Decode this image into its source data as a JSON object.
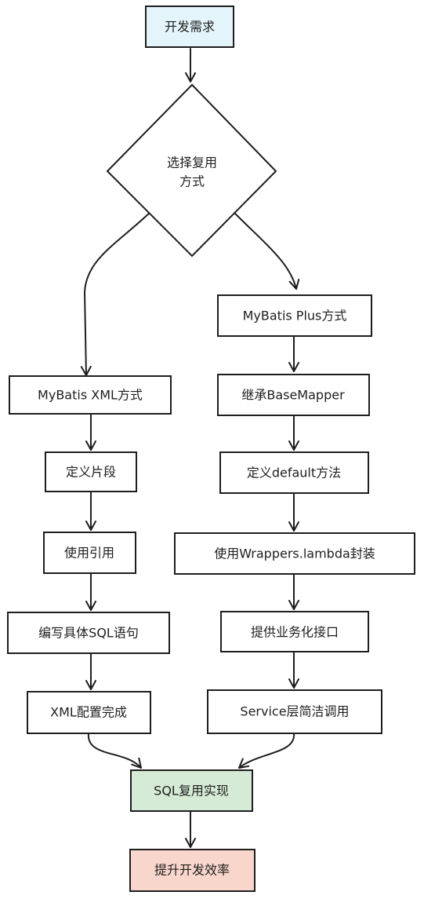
{
  "nodes": {
    "start": {
      "label": "开发需求",
      "fill": "#e3f4fb"
    },
    "decision": {
      "label_line1": "选择复用",
      "label_line2": "方式"
    },
    "xml_method": {
      "label": "MyBatis XML方式"
    },
    "define_fragment": {
      "label": "定义片段"
    },
    "use_reference": {
      "label": "使用引用"
    },
    "write_sql": {
      "label": "编写具体SQL语句"
    },
    "xml_config_done": {
      "label": "XML配置完成"
    },
    "plus_method": {
      "label": "MyBatis Plus方式"
    },
    "inherit_basemapper": {
      "label": "继承BaseMapper"
    },
    "define_default": {
      "label": "定义default方法"
    },
    "use_wrappers": {
      "label": "使用Wrappers.lambda封装"
    },
    "provide_interface": {
      "label": "提供业务化接口"
    },
    "service_call": {
      "label": "Service层简洁调用"
    },
    "sql_reuse": {
      "label": "SQL复用实现",
      "fill": "#d5ebd5"
    },
    "efficiency": {
      "label": "提升开发效率",
      "fill": "#f9d6cc"
    }
  },
  "colors": {
    "stroke": "#1e1e1e",
    "default_fill": "#ffffff"
  }
}
